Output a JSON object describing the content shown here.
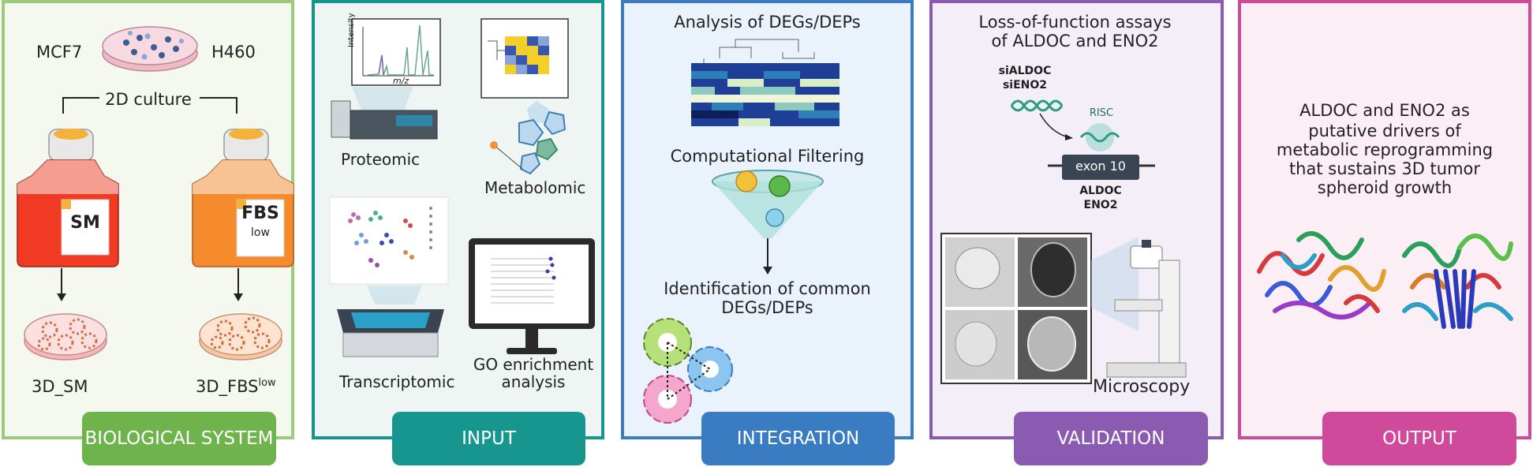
{
  "biological": {
    "cell_line_1": "MCF7",
    "cell_line_2": "H460",
    "culture_label": "2D culture",
    "flask_sm": "SM",
    "flask_fbs": "FBS",
    "flask_fbs_sub": "low",
    "out_sm": "3D_SM",
    "out_fbs": "3D_FBS",
    "out_fbs_sup": "low",
    "tag": "BIOLOGICAL SYSTEM"
  },
  "input": {
    "proteomic": "Proteomic",
    "metabolomic": "Metabolomic",
    "transcriptomic": "Transcriptomic",
    "go_line1": "GO enrichment",
    "go_line2": "analysis",
    "axis_intensity": "Intensity",
    "axis_mz": "m/z",
    "tag": "INPUT"
  },
  "integration": {
    "title": "Analysis of DEGs/DEPs",
    "filter": "Computational Filtering",
    "ident_line1": "Identification of common",
    "ident_line2": "DEGs/DEPs",
    "tag": "INTEGRATION"
  },
  "validation": {
    "title_line1": "Loss-of-function assays",
    "title_line2": "of ALDOC and ENO2",
    "si1": "siALDOC",
    "si2": "siENO2",
    "risc": "RISC",
    "exon": "exon 10",
    "gene1": "ALDOC",
    "gene2": "ENO2",
    "microscopy": "Microscopy",
    "tag": "VALIDATION"
  },
  "output": {
    "line1": "ALDOC and ENO2 as",
    "line2": "putative drivers of",
    "line3": "metabolic reprogramming",
    "line4": "that sustains 3D tumor",
    "line5": "spheroid growth",
    "tag": "OUTPUT"
  },
  "colors": {
    "biological": "#6fb34d",
    "input": "#17968f",
    "integration": "#3a7cc2",
    "validation": "#8a5bb0",
    "output": "#cf4a9a"
  }
}
